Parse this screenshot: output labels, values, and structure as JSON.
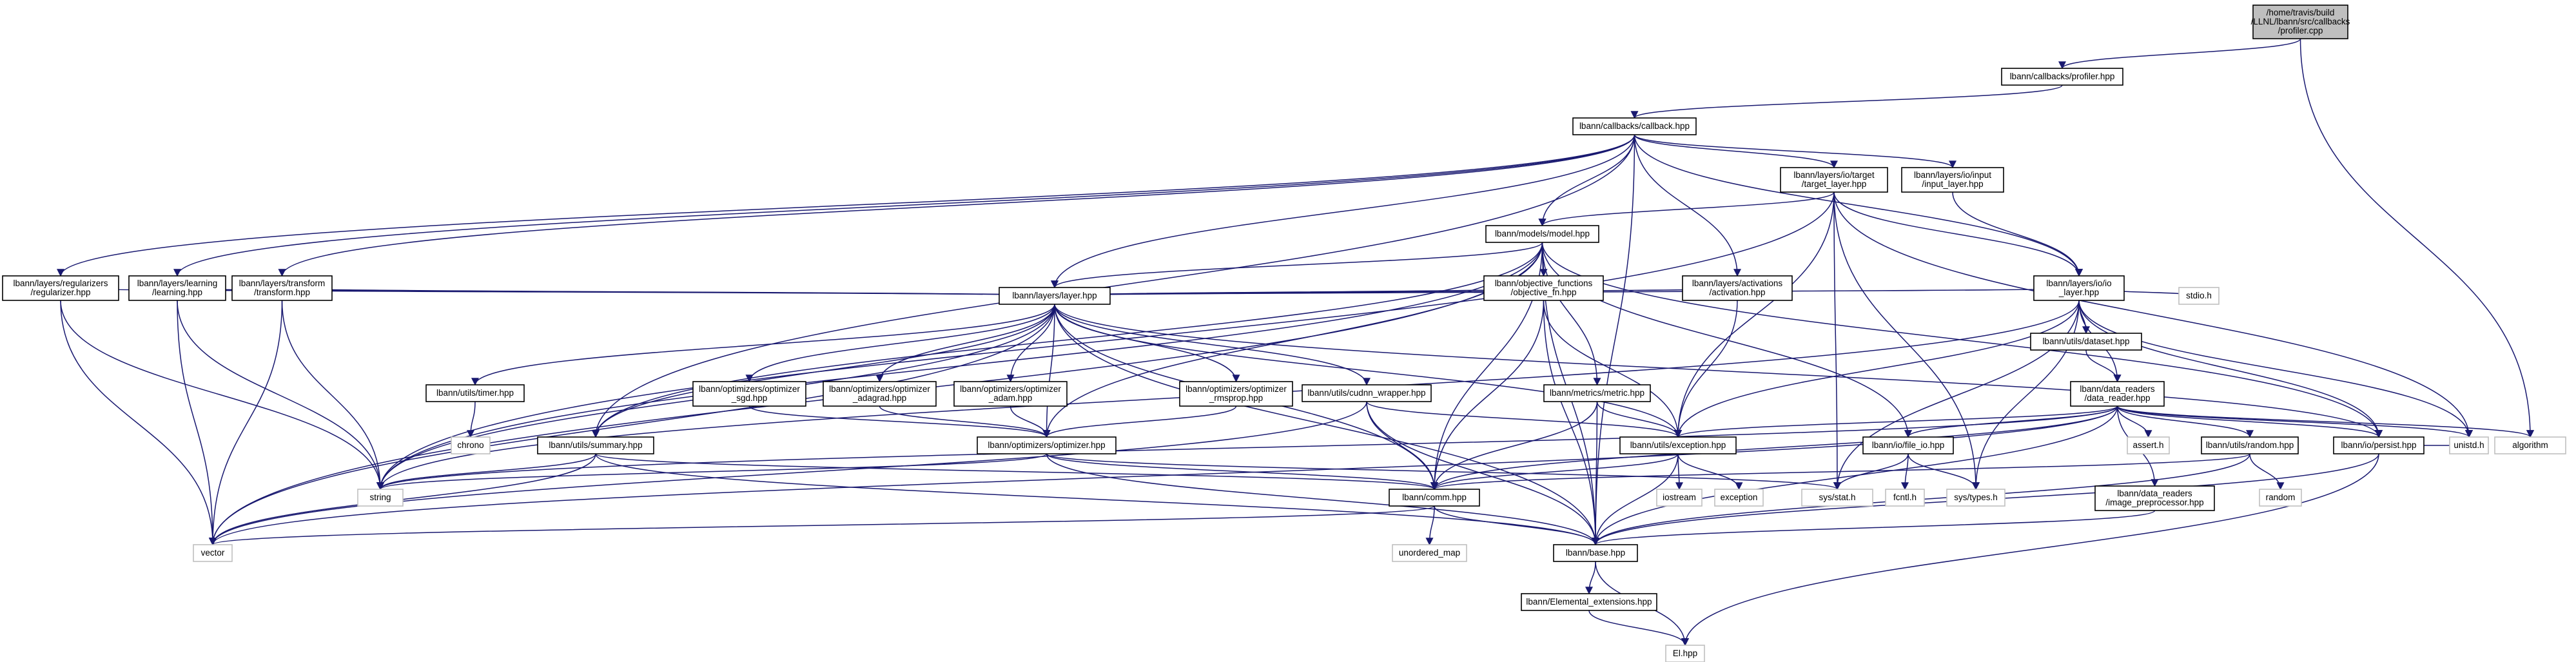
{
  "graph": {
    "edge_color": "#191970",
    "root_fill": "#bfbfbf",
    "external_stroke": "#bfbfbf",
    "nodes": [
      {
        "id": "profiler_cpp",
        "lines": [
          "/home/travis/build",
          "/LLNL/lbann/src/callbacks",
          "/profiler.cpp"
        ],
        "kind": "root"
      },
      {
        "id": "profiler_hpp",
        "lines": [
          "lbann/callbacks/profiler.hpp"
        ],
        "kind": "hdr"
      },
      {
        "id": "callback_hpp",
        "lines": [
          "lbann/callbacks/callback.hpp"
        ],
        "kind": "hdr"
      },
      {
        "id": "target_layer",
        "lines": [
          "lbann/layers/io/target",
          "/target_layer.hpp"
        ],
        "kind": "hdr"
      },
      {
        "id": "input_layer",
        "lines": [
          "lbann/layers/io/input",
          "/input_layer.hpp"
        ],
        "kind": "hdr"
      },
      {
        "id": "model_hpp",
        "lines": [
          "lbann/models/model.hpp"
        ],
        "kind": "hdr"
      },
      {
        "id": "regularizer",
        "lines": [
          "lbann/layers/regularizers",
          "/regularizer.hpp"
        ],
        "kind": "hdr"
      },
      {
        "id": "learning",
        "lines": [
          "lbann/layers/learning",
          "/learning.hpp"
        ],
        "kind": "hdr"
      },
      {
        "id": "transform",
        "lines": [
          "lbann/layers/transform",
          "/transform.hpp"
        ],
        "kind": "hdr"
      },
      {
        "id": "objective_fn",
        "lines": [
          "lbann/objective_functions",
          "/objective_fn.hpp"
        ],
        "kind": "hdr"
      },
      {
        "id": "activation",
        "lines": [
          "lbann/layers/activations",
          "/activation.hpp"
        ],
        "kind": "hdr"
      },
      {
        "id": "io_layer",
        "lines": [
          "lbann/layers/io/io",
          "_layer.hpp"
        ],
        "kind": "hdr"
      },
      {
        "id": "layer_hpp",
        "lines": [
          "lbann/layers/layer.hpp"
        ],
        "kind": "hdr"
      },
      {
        "id": "stdio",
        "lines": [
          "stdio.h"
        ],
        "kind": "ext"
      },
      {
        "id": "dataset",
        "lines": [
          "lbann/utils/dataset.hpp"
        ],
        "kind": "hdr"
      },
      {
        "id": "timer",
        "lines": [
          "lbann/utils/timer.hpp"
        ],
        "kind": "hdr"
      },
      {
        "id": "opt_sgd",
        "lines": [
          "lbann/optimizers/optimizer",
          "_sgd.hpp"
        ],
        "kind": "hdr"
      },
      {
        "id": "opt_adagrad",
        "lines": [
          "lbann/optimizers/optimizer",
          "_adagrad.hpp"
        ],
        "kind": "hdr"
      },
      {
        "id": "opt_adam",
        "lines": [
          "lbann/optimizers/optimizer",
          "_adam.hpp"
        ],
        "kind": "hdr"
      },
      {
        "id": "opt_rmsprop",
        "lines": [
          "lbann/optimizers/optimizer",
          "_rmsprop.hpp"
        ],
        "kind": "hdr"
      },
      {
        "id": "cudnn",
        "lines": [
          "lbann/utils/cudnn_wrapper.hpp"
        ],
        "kind": "hdr"
      },
      {
        "id": "metric",
        "lines": [
          "lbann/metrics/metric.hpp"
        ],
        "kind": "hdr"
      },
      {
        "id": "data_reader",
        "lines": [
          "lbann/data_readers",
          "/data_reader.hpp"
        ],
        "kind": "hdr"
      },
      {
        "id": "chrono",
        "lines": [
          "chrono"
        ],
        "kind": "ext"
      },
      {
        "id": "summary",
        "lines": [
          "lbann/utils/summary.hpp"
        ],
        "kind": "hdr"
      },
      {
        "id": "optimizer",
        "lines": [
          "lbann/optimizers/optimizer.hpp"
        ],
        "kind": "hdr"
      },
      {
        "id": "exception",
        "lines": [
          "lbann/utils/exception.hpp"
        ],
        "kind": "hdr"
      },
      {
        "id": "file_io",
        "lines": [
          "lbann/io/file_io.hpp"
        ],
        "kind": "hdr"
      },
      {
        "id": "assert",
        "lines": [
          "assert.h"
        ],
        "kind": "ext"
      },
      {
        "id": "random",
        "lines": [
          "lbann/utils/random.hpp"
        ],
        "kind": "hdr"
      },
      {
        "id": "persist",
        "lines": [
          "lbann/io/persist.hpp"
        ],
        "kind": "hdr"
      },
      {
        "id": "unistd",
        "lines": [
          "unistd.h"
        ],
        "kind": "ext"
      },
      {
        "id": "algorithm",
        "lines": [
          "algorithm"
        ],
        "kind": "ext"
      },
      {
        "id": "string",
        "lines": [
          "string"
        ],
        "kind": "ext"
      },
      {
        "id": "comm",
        "lines": [
          "lbann/comm.hpp"
        ],
        "kind": "hdr"
      },
      {
        "id": "iostream",
        "lines": [
          "iostream"
        ],
        "kind": "ext"
      },
      {
        "id": "exception_std",
        "lines": [
          "exception"
        ],
        "kind": "ext"
      },
      {
        "id": "sys_stat",
        "lines": [
          "sys/stat.h"
        ],
        "kind": "ext"
      },
      {
        "id": "fcntl",
        "lines": [
          "fcntl.h"
        ],
        "kind": "ext"
      },
      {
        "id": "sys_types",
        "lines": [
          "sys/types.h"
        ],
        "kind": "ext"
      },
      {
        "id": "random_std",
        "lines": [
          "random"
        ],
        "kind": "ext"
      },
      {
        "id": "image_pre",
        "lines": [
          "lbann/data_readers",
          "/image_preprocessor.hpp"
        ],
        "kind": "hdr"
      },
      {
        "id": "vector",
        "lines": [
          "vector"
        ],
        "kind": "ext"
      },
      {
        "id": "unordered_map",
        "lines": [
          "unordered_map"
        ],
        "kind": "ext"
      },
      {
        "id": "base",
        "lines": [
          "lbann/base.hpp"
        ],
        "kind": "hdr"
      },
      {
        "id": "elemental_ext",
        "lines": [
          "lbann/Elemental_extensions.hpp"
        ],
        "kind": "hdr"
      },
      {
        "id": "el",
        "lines": [
          "El.hpp"
        ],
        "kind": "ext"
      }
    ],
    "edges": [
      [
        "profiler_cpp",
        "profiler_hpp"
      ],
      [
        "profiler_cpp",
        "algorithm"
      ],
      [
        "profiler_hpp",
        "callback_hpp"
      ],
      [
        "callback_hpp",
        "target_layer"
      ],
      [
        "callback_hpp",
        "input_layer"
      ],
      [
        "callback_hpp",
        "model_hpp"
      ],
      [
        "callback_hpp",
        "regularizer"
      ],
      [
        "callback_hpp",
        "learning"
      ],
      [
        "callback_hpp",
        "transform"
      ],
      [
        "callback_hpp",
        "activation"
      ],
      [
        "callback_hpp",
        "io_layer"
      ],
      [
        "callback_hpp",
        "layer_hpp"
      ],
      [
        "callback_hpp",
        "summary"
      ],
      [
        "callback_hpp",
        "base"
      ],
      [
        "target_layer",
        "model_hpp"
      ],
      [
        "target_layer",
        "io_layer"
      ],
      [
        "target_layer",
        "string"
      ],
      [
        "target_layer",
        "exception"
      ],
      [
        "target_layer",
        "sys_stat"
      ],
      [
        "target_layer",
        "sys_types"
      ],
      [
        "target_layer",
        "unistd"
      ],
      [
        "input_layer",
        "io_layer"
      ],
      [
        "model_hpp",
        "objective_fn"
      ],
      [
        "model_hpp",
        "metric"
      ],
      [
        "model_hpp",
        "layer_hpp"
      ],
      [
        "model_hpp",
        "summary"
      ],
      [
        "model_hpp",
        "optimizer"
      ],
      [
        "model_hpp",
        "comm"
      ],
      [
        "model_hpp",
        "persist"
      ],
      [
        "model_hpp",
        "file_io"
      ],
      [
        "model_hpp",
        "base"
      ],
      [
        "model_hpp",
        "vector"
      ],
      [
        "model_hpp",
        "string"
      ],
      [
        "regularizer",
        "layer_hpp"
      ],
      [
        "regularizer",
        "string"
      ],
      [
        "regularizer",
        "vector"
      ],
      [
        "learning",
        "layer_hpp"
      ],
      [
        "learning",
        "string"
      ],
      [
        "learning",
        "vector"
      ],
      [
        "transform",
        "layer_hpp"
      ],
      [
        "transform",
        "string"
      ],
      [
        "transform",
        "vector"
      ],
      [
        "objective_fn",
        "layer_hpp"
      ],
      [
        "objective_fn",
        "comm"
      ],
      [
        "objective_fn",
        "exception"
      ],
      [
        "objective_fn",
        "base"
      ],
      [
        "activation",
        "layer_hpp"
      ],
      [
        "activation",
        "exception"
      ],
      [
        "io_layer",
        "layer_hpp"
      ],
      [
        "io_layer",
        "dataset"
      ],
      [
        "io_layer",
        "data_reader"
      ],
      [
        "io_layer",
        "stdio"
      ],
      [
        "io_layer",
        "unistd"
      ],
      [
        "io_layer",
        "sys_stat"
      ],
      [
        "io_layer",
        "sys_types"
      ],
      [
        "io_layer",
        "exception"
      ],
      [
        "io_layer",
        "persist"
      ],
      [
        "io_layer",
        "string"
      ],
      [
        "layer_hpp",
        "timer"
      ],
      [
        "layer_hpp",
        "opt_sgd"
      ],
      [
        "layer_hpp",
        "opt_adagrad"
      ],
      [
        "layer_hpp",
        "opt_adam"
      ],
      [
        "layer_hpp",
        "opt_rmsprop"
      ],
      [
        "layer_hpp",
        "cudnn"
      ],
      [
        "layer_hpp",
        "summary"
      ],
      [
        "layer_hpp",
        "optimizer"
      ],
      [
        "layer_hpp",
        "exception"
      ],
      [
        "layer_hpp",
        "comm"
      ],
      [
        "layer_hpp",
        "base"
      ],
      [
        "layer_hpp",
        "persist"
      ],
      [
        "layer_hpp",
        "string"
      ],
      [
        "layer_hpp",
        "vector"
      ],
      [
        "dataset",
        "data_reader"
      ],
      [
        "timer",
        "chrono"
      ],
      [
        "opt_sgd",
        "optimizer"
      ],
      [
        "opt_adagrad",
        "optimizer"
      ],
      [
        "opt_adam",
        "optimizer"
      ],
      [
        "opt_rmsprop",
        "optimizer"
      ],
      [
        "cudnn",
        "exception"
      ],
      [
        "cudnn",
        "comm"
      ],
      [
        "cudnn",
        "base"
      ],
      [
        "cudnn",
        "vector"
      ],
      [
        "metric",
        "exception"
      ],
      [
        "metric",
        "comm"
      ],
      [
        "metric",
        "base"
      ],
      [
        "data_reader",
        "exception"
      ],
      [
        "data_reader",
        "file_io"
      ],
      [
        "data_reader",
        "random"
      ],
      [
        "data_reader",
        "persist"
      ],
      [
        "data_reader",
        "image_pre"
      ],
      [
        "data_reader",
        "assert"
      ],
      [
        "data_reader",
        "unistd"
      ],
      [
        "data_reader",
        "algorithm"
      ],
      [
        "data_reader",
        "comm"
      ],
      [
        "data_reader",
        "base"
      ],
      [
        "data_reader",
        "string"
      ],
      [
        "data_reader",
        "vector"
      ],
      [
        "summary",
        "comm"
      ],
      [
        "summary",
        "base"
      ],
      [
        "summary",
        "string"
      ],
      [
        "summary",
        "vector"
      ],
      [
        "optimizer",
        "comm"
      ],
      [
        "optimizer",
        "base"
      ],
      [
        "optimizer",
        "string"
      ],
      [
        "optimizer",
        "sys_stat"
      ],
      [
        "exception",
        "comm"
      ],
      [
        "exception",
        "iostream"
      ],
      [
        "exception",
        "exception_std"
      ],
      [
        "exception",
        "base"
      ],
      [
        "file_io",
        "sys_stat"
      ],
      [
        "file_io",
        "fcntl"
      ],
      [
        "file_io",
        "sys_types"
      ],
      [
        "random",
        "comm"
      ],
      [
        "random",
        "base"
      ],
      [
        "random",
        "random_std"
      ],
      [
        "persist",
        "base"
      ],
      [
        "persist",
        "el"
      ],
      [
        "persist",
        "unistd"
      ],
      [
        "image_pre",
        "base"
      ],
      [
        "comm",
        "base"
      ],
      [
        "comm",
        "vector"
      ],
      [
        "comm",
        "unordered_map"
      ],
      [
        "base",
        "elemental_ext"
      ],
      [
        "base",
        "el"
      ],
      [
        "elemental_ext",
        "el"
      ]
    ]
  }
}
